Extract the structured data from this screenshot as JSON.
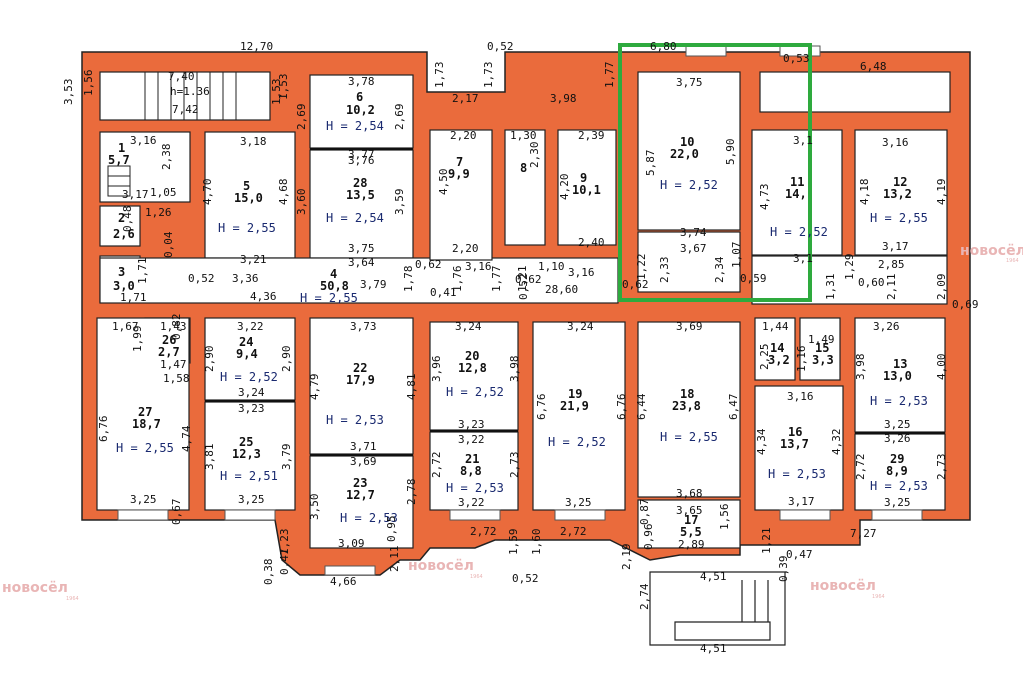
{
  "colors": {
    "wall": "#ea6b3c",
    "room": "#ffffff",
    "highlight": "#2eaa3e",
    "line": "#1a1a1a",
    "watermark": "#e9b5b5"
  },
  "watermark": {
    "brand": "новосёл",
    "badge": "1964"
  },
  "outer_dims": {
    "top_left": "12,70",
    "top_mid": "0,52",
    "top_right": "6,48",
    "left": "3,53",
    "top_a": "1,73",
    "top_b": "1,73",
    "top_c": "1,77",
    "top_d": "1,53",
    "top_e": "0,53",
    "top_f": "6,80",
    "mid_a": "2,17",
    "mid_b": "3,98",
    "stair_h": "h=1.36",
    "stair_a": "7,40",
    "stair_b": "7,42",
    "stair_c": "1,56"
  },
  "rooms": [
    {
      "id": "r1",
      "num": "1",
      "area": "5,7"
    },
    {
      "id": "r2",
      "num": "2",
      "area": "2,6"
    },
    {
      "id": "r3",
      "num": "3",
      "area": "3,0"
    },
    {
      "id": "r4",
      "num": "4",
      "area": "50,8",
      "height": "H = 2,55"
    },
    {
      "id": "r5",
      "num": "5",
      "area": "15,0",
      "height": "H = 2,55"
    },
    {
      "id": "r6",
      "num": "6",
      "area": "10,2",
      "height": "H = 2,54"
    },
    {
      "id": "r7",
      "num": "7",
      "area": "9,9"
    },
    {
      "id": "r8",
      "num": "8",
      "area": ""
    },
    {
      "id": "r9",
      "num": "9",
      "area": "10,1"
    },
    {
      "id": "r10",
      "num": "10",
      "area": "22,0",
      "height": "H = 2,52"
    },
    {
      "id": "r11",
      "num": "11",
      "area": "14,",
      "height": "H = 2,52"
    },
    {
      "id": "r12",
      "num": "12",
      "area": "13,2",
      "height": "H = 2,55"
    },
    {
      "id": "r13",
      "num": "13",
      "area": "13,0",
      "height": "H = 2,53"
    },
    {
      "id": "r14",
      "num": "14",
      "area": "3,2"
    },
    {
      "id": "r15",
      "num": "15",
      "area": "3,3"
    },
    {
      "id": "r16",
      "num": "16",
      "area": "13,7",
      "height": "H = 2,53"
    },
    {
      "id": "r17",
      "num": "17",
      "area": "5,5"
    },
    {
      "id": "r18",
      "num": "18",
      "area": "23,8",
      "height": "H = 2,55"
    },
    {
      "id": "r19",
      "num": "19",
      "area": "21,9",
      "height": "H = 2,52"
    },
    {
      "id": "r20",
      "num": "20",
      "area": "12,8",
      "height": "H = 2,52"
    },
    {
      "id": "r21",
      "num": "21",
      "area": "8,8",
      "height": "H = 2,53"
    },
    {
      "id": "r22",
      "num": "22",
      "area": "17,9",
      "height": "H = 2,53"
    },
    {
      "id": "r23",
      "num": "23",
      "area": "12,7",
      "height": "H = 2,53"
    },
    {
      "id": "r24",
      "num": "24",
      "area": "9,4",
      "height": "H = 2,52"
    },
    {
      "id": "r25",
      "num": "25",
      "area": "12,3",
      "height": "H = 2,51"
    },
    {
      "id": "r26",
      "num": "26",
      "area": "2,7"
    },
    {
      "id": "r27",
      "num": "27",
      "area": "18,7",
      "height": "H = 2,55"
    },
    {
      "id": "r28",
      "num": "28",
      "area": "13,5",
      "height": "H = 2,54"
    },
    {
      "id": "r29",
      "num": "29",
      "area": "8,9",
      "height": "H = 2,53"
    }
  ],
  "dims": [
    "3,78",
    "2,69",
    "2,69",
    "1,53",
    "3,77",
    "3,76",
    "3,60",
    "3,59",
    "3,75",
    "3,64",
    "3,79",
    "3,18",
    "4,70",
    "4,68",
    "3,21",
    "3,36",
    "4,36",
    "0,52",
    "3,16",
    "2,38",
    "3,17",
    "1,05",
    "1,26",
    "0,48",
    "1,71",
    "1,71",
    "0,04",
    "2,20",
    "4,50",
    "2,20",
    "1,30",
    "2,30",
    "2,39",
    "4,20",
    "2,40",
    "3,16",
    "1,10",
    "3,16",
    "1,76",
    "1,77",
    "1,78",
    "0,62",
    "0,41",
    "0,62",
    "0,52",
    "1,21",
    "28,60",
    "3,75",
    "5,87",
    "5,90",
    "3,74",
    "3,67",
    "1,22",
    "2,33",
    "2,34",
    "1,07",
    "0,62",
    "0,59",
    "3,1",
    "4,73",
    "3,1",
    "1,31",
    "3,16",
    "4,18",
    "4,19",
    "3,17",
    "2,85",
    "2,11",
    "2,09",
    "0,60",
    "0,69",
    "1,29",
    "1,67",
    "1,43",
    "0,82",
    "1,99",
    "1,47",
    "1,58",
    "6,76",
    "4,74",
    "3,25",
    "0,67",
    "3,22",
    "2,90",
    "2,90",
    "3,24",
    "3,23",
    "3,81",
    "3,79",
    "3,25",
    "3,73",
    "4,79",
    "4,81",
    "3,71",
    "3,69",
    "3,50",
    "2,78",
    "3,09",
    "0,95",
    "1,23",
    "0,38",
    "0,47",
    "4,66",
    "3,24",
    "3,96",
    "3,98",
    "3,23",
    "3,22",
    "2,72",
    "2,73",
    "3,22",
    "2,11",
    "2,72",
    "1,59",
    "0,52",
    "3,24",
    "6,76",
    "6,76",
    "3,25",
    "1,60",
    "2,72",
    "3,69",
    "6,44",
    "6,47",
    "3,68",
    "3,65",
    "0,87",
    "1,56",
    "2,89",
    "0,96",
    "2,19",
    "4,51",
    "2,74",
    "4,51",
    "1,44",
    "1,49",
    "2,25",
    "1,16",
    "3,16",
    "4,34",
    "4,32",
    "3,17",
    "1,21",
    "0,47",
    "0,39",
    "3,26",
    "3,98",
    "4,00",
    "3,25",
    "3,26",
    "2,72",
    "2,73",
    "3,25",
    "7,27"
  ]
}
